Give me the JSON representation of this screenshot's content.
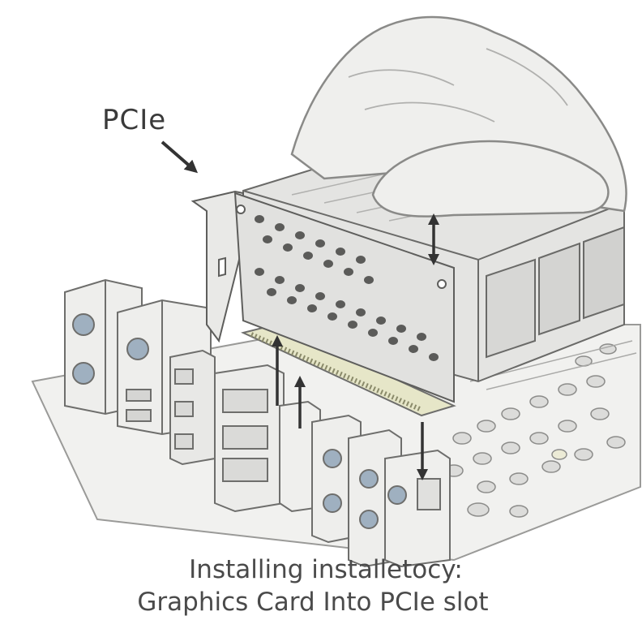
{
  "callout": {
    "label": "PCIe"
  },
  "caption": {
    "line1": "Installing installetocy:",
    "line2": "Graphics Card Into PCIe slot"
  },
  "colors": {
    "ink": "#3f3f3f",
    "metal": "#e3e3e1",
    "shadow": "#bdbdbb",
    "port_blue": "#8fa1b3",
    "board": "#f2f2f0"
  },
  "icons": [
    "arrow-pointer-icon",
    "up-down-arrow-icon",
    "up-arrow-icon",
    "down-arrow-icon"
  ]
}
